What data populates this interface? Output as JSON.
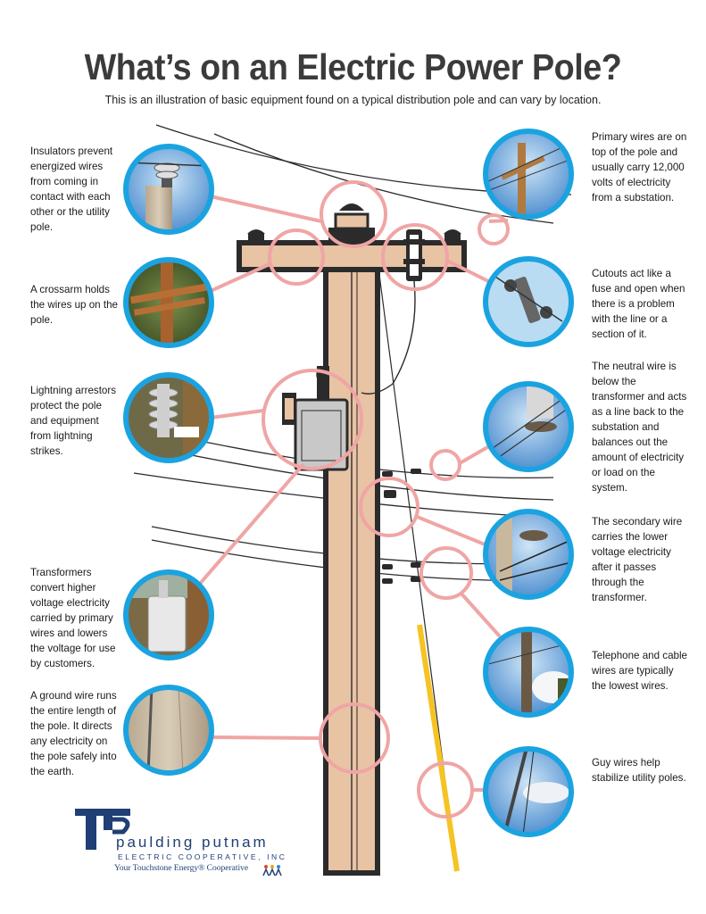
{
  "header": {
    "title": "What’s on an Electric Power Pole?",
    "subtitle": "This is an illustration of basic equipment found on a typical distribution pole and can vary by location."
  },
  "callouts_left": [
    {
      "id": "insulators",
      "icon": "insulator-photo",
      "text": "Insulators prevent energized wires from coming in contact with each other or the utility pole."
    },
    {
      "id": "crossarm",
      "icon": "crossarm-photo",
      "text": "A crossarm holds the wires up on the pole."
    },
    {
      "id": "lightning-arrestors",
      "icon": "lightning-arrestor-photo",
      "text": "Lightning arrestors protect the pole and equipment from lightning strikes."
    },
    {
      "id": "transformers",
      "icon": "transformer-photo",
      "text": "Transformers convert higher voltage electricity carried by primary wires and lowers the voltage for use by customers."
    },
    {
      "id": "ground-wire",
      "icon": "ground-wire-photo",
      "text": "A ground wire runs the entire length of the pole. It directs any electricity on the pole safely into the earth."
    }
  ],
  "callouts_right": [
    {
      "id": "primary-wires",
      "icon": "primary-wires-photo",
      "text": "Primary wires are on top of the pole and usually carry 12,000 volts of electricity from a substation."
    },
    {
      "id": "cutouts",
      "icon": "cutout-photo",
      "text": "Cutouts act like a fuse and open when there is a problem with the line or a section of it."
    },
    {
      "id": "neutral-wire",
      "icon": "neutral-wire-photo",
      "text": "The neutral wire is below the transformer and acts as a line back to the substation and balances out the amount of electricity or load on the system."
    },
    {
      "id": "secondary-wire",
      "icon": "secondary-wire-photo",
      "text": "The secondary wire carries the lower voltage electricity after it passes through the transformer."
    },
    {
      "id": "telephone-cable",
      "icon": "telephone-pole-photo",
      "text": "Telephone and cable wires are typically the lowest wires."
    },
    {
      "id": "guy-wires",
      "icon": "guy-wire-photo",
      "text": "Guy wires help stabilize utility poles."
    }
  ],
  "logo": {
    "brand": "paulding putnam",
    "coop": "ELECTRIC COOPERATIVE, INC",
    "tagline": "Your Touchstone Energy® Cooperative",
    "icon": "paulding-putnam-logo-icon"
  },
  "colors": {
    "pole": "#e8c3a4",
    "outline": "#2b2b2b",
    "callout_ring": "#f0a5a5",
    "photo_ring": "#1aa3e0",
    "guy_wire": "#f6c324",
    "brand": "#1f3f75"
  }
}
